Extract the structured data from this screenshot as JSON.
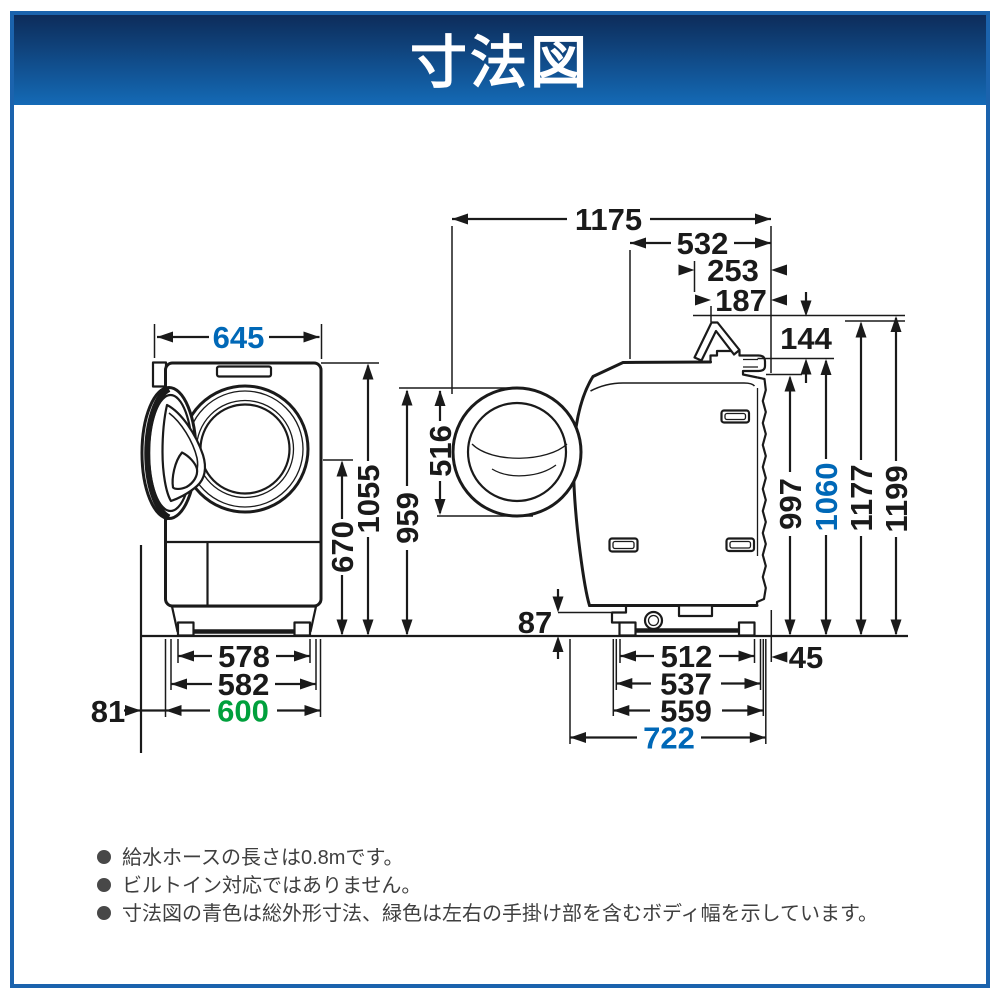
{
  "header": {
    "title": "寸法図"
  },
  "colors": {
    "accent_blue": "#0068b7",
    "accent_green": "#00a03c",
    "line": "#1a1a1a",
    "note_text": "#3f3f3f",
    "header_gradient_top": "#0d2c5a",
    "header_gradient_bottom": "#146ab6",
    "frame_border": "#1b63ad"
  },
  "front_view": {
    "width_total": "645",
    "height_total": "1055",
    "height_door_center": "670",
    "feet_width": "578",
    "base_width": "582",
    "body_width": "600",
    "left_clearance": "81"
  },
  "side_view": {
    "depth_total": "1175",
    "rear_span": "532",
    "hook_span_outer": "253",
    "hook_span_inner": "187",
    "hose_drop": "144",
    "door_diameter": "516",
    "door_top_height": "959",
    "front_clearance": "87",
    "hose_height": "997",
    "body_height": "1060",
    "hook_height_inner": "1177",
    "hook_height_outer": "1199",
    "feet_depth": "512",
    "base_depth": "537",
    "lower_body_depth": "559",
    "body_depth": "722",
    "rear_clearance": "45"
  },
  "notes": [
    "給水ホースの長さは0.8mです。",
    "ビルトイン対応ではありません。",
    "寸法図の青色は総外形寸法、緑色は左右の手掛け部を含むボディ幅を示しています。"
  ]
}
